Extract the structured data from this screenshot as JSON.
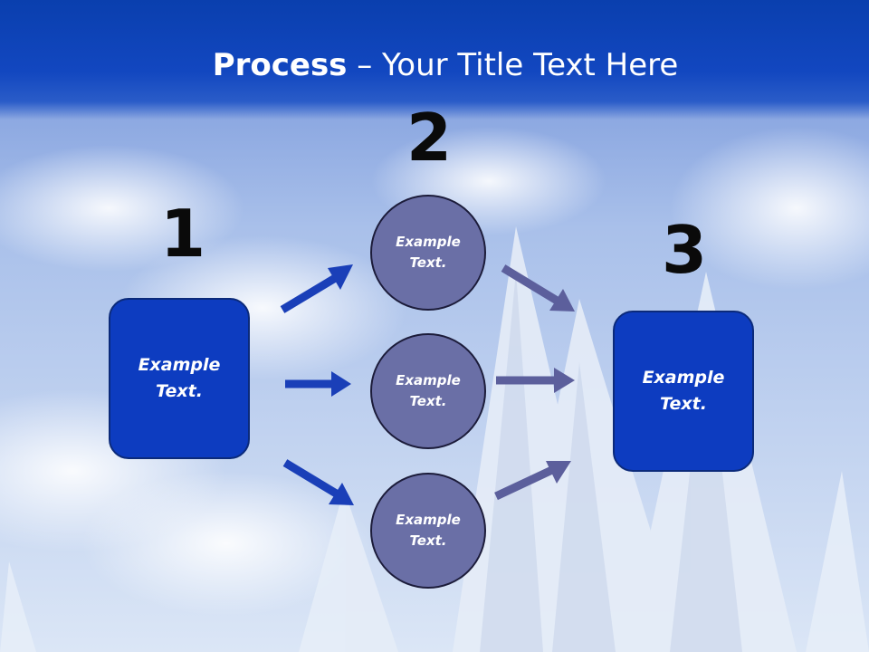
{
  "title": {
    "bold": "Process",
    "rest": " – Your Title Text Here"
  },
  "steps": {
    "one": {
      "number": "1",
      "box_label_line1": "Example",
      "box_label_line2": "Text."
    },
    "two": {
      "number": "2",
      "circles": [
        {
          "line1": "Example",
          "line2": "Text."
        },
        {
          "line1": "Example",
          "line2": "Text."
        },
        {
          "line1": "Example",
          "line2": "Text."
        }
      ]
    },
    "three": {
      "number": "3",
      "box_label_line1": "Example",
      "box_label_line2": "Text."
    }
  },
  "colors": {
    "header": "#0a3fae",
    "box_fill": "#0d3cc0",
    "circle_fill": "#6a6fa6",
    "arrow_left": "#1a3fb8",
    "arrow_right": "#5c5f9c"
  }
}
